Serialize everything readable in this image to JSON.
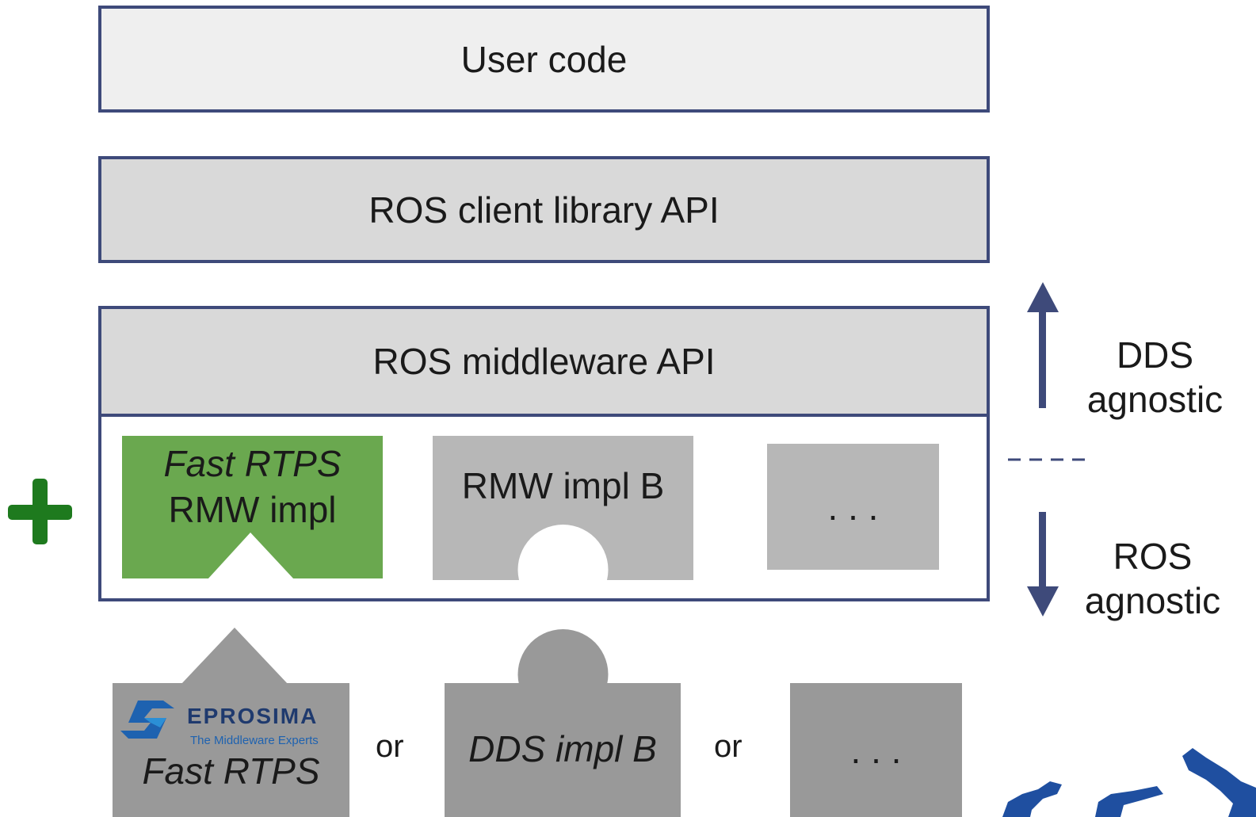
{
  "layers": {
    "user_code": "User code",
    "client_lib": "ROS client library API",
    "middleware_api": "ROS middleware API"
  },
  "rmw": {
    "fast_rtps_line1": "Fast RTPS",
    "fast_rtps_line2": "RMW impl",
    "impl_b": "RMW impl B",
    "more": ". . ."
  },
  "dds": {
    "logo_brand": "EPROSIMA",
    "logo_tagline": "The Middleware Experts",
    "fast_rtps": "Fast RTPS",
    "or_1": "or",
    "impl_b": "DDS impl B",
    "or_2": "or",
    "more": ". . ."
  },
  "side": {
    "dds_agnostic_line1": "DDS",
    "dds_agnostic_line2": "agnostic",
    "ros_agnostic_line1": "ROS",
    "ros_agnostic_line2": "agnostic"
  },
  "colors": {
    "border": "#3e4a7a",
    "green": "#6aa84f",
    "plus_green": "#1e7a1e",
    "gray_light": "#efefef",
    "gray_mid": "#d9d9d9",
    "gray_rmw": "#b7b7b7",
    "gray_dds": "#999999"
  },
  "icons": {
    "plus": "plus-icon",
    "up_arrow": "arrow-up-icon",
    "down_arrow": "arrow-down-icon",
    "logo": "eprosima-logo"
  }
}
